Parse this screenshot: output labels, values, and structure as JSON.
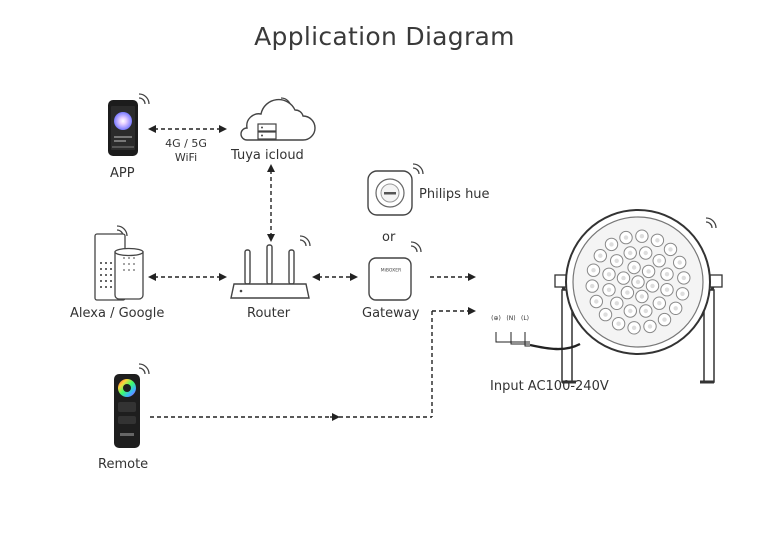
{
  "title": "Application Diagram",
  "devices": {
    "app": "APP",
    "cloud": "Tuya icloud",
    "philips": "Philips hue",
    "or": "or",
    "alexa": "Alexa / Google",
    "router": "Router",
    "gateway": "Gateway",
    "remote": "Remote",
    "input": "Input AC100-240V"
  },
  "link": {
    "network": "4G / 5G",
    "wifi": "WiFi"
  },
  "terminals": [
    "(⊕)",
    "(N)",
    "(L)"
  ],
  "gateway_badge": "MiBOXER"
}
